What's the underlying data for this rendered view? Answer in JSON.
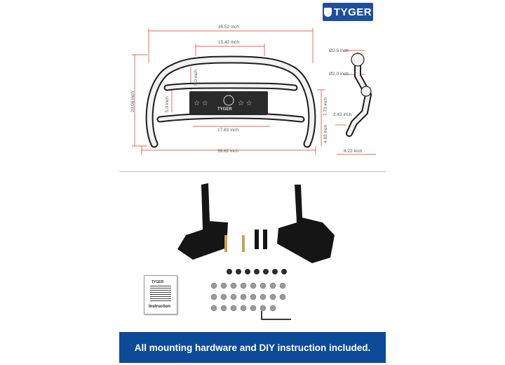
{
  "brand": {
    "logo_text": "TYGER"
  },
  "dimensions": {
    "outer_top_width": "35.52 inch",
    "inner_top_width": "15.42 inch",
    "left_height": "20.06 inch",
    "upper_gap": "5.0 inch",
    "lower_gap": "5.0 inch",
    "right_height": "7.73 inch",
    "plate_width": "17.83 inch",
    "lower_right_height": "4.83 inch",
    "bottom_width": "38.82 inch",
    "tube_large": "Ø2.5 inch",
    "tube_small": "Ø2.0 inch",
    "side_offset": "2.43 inch",
    "side_depth": "8.22 inch"
  },
  "plate": {
    "stars_left": "☆ ☆",
    "stars_right": "☆ ☆",
    "brand": "TYGER"
  },
  "manual": {
    "logo": "TYGER",
    "title": "Instruction"
  },
  "banner": {
    "text": "All mounting hardware and DIY instruction included."
  },
  "colors": {
    "dimension_red": "#d9342b",
    "brand_blue": "#0d4a97",
    "tube_dark": "#1c1c1c"
  }
}
